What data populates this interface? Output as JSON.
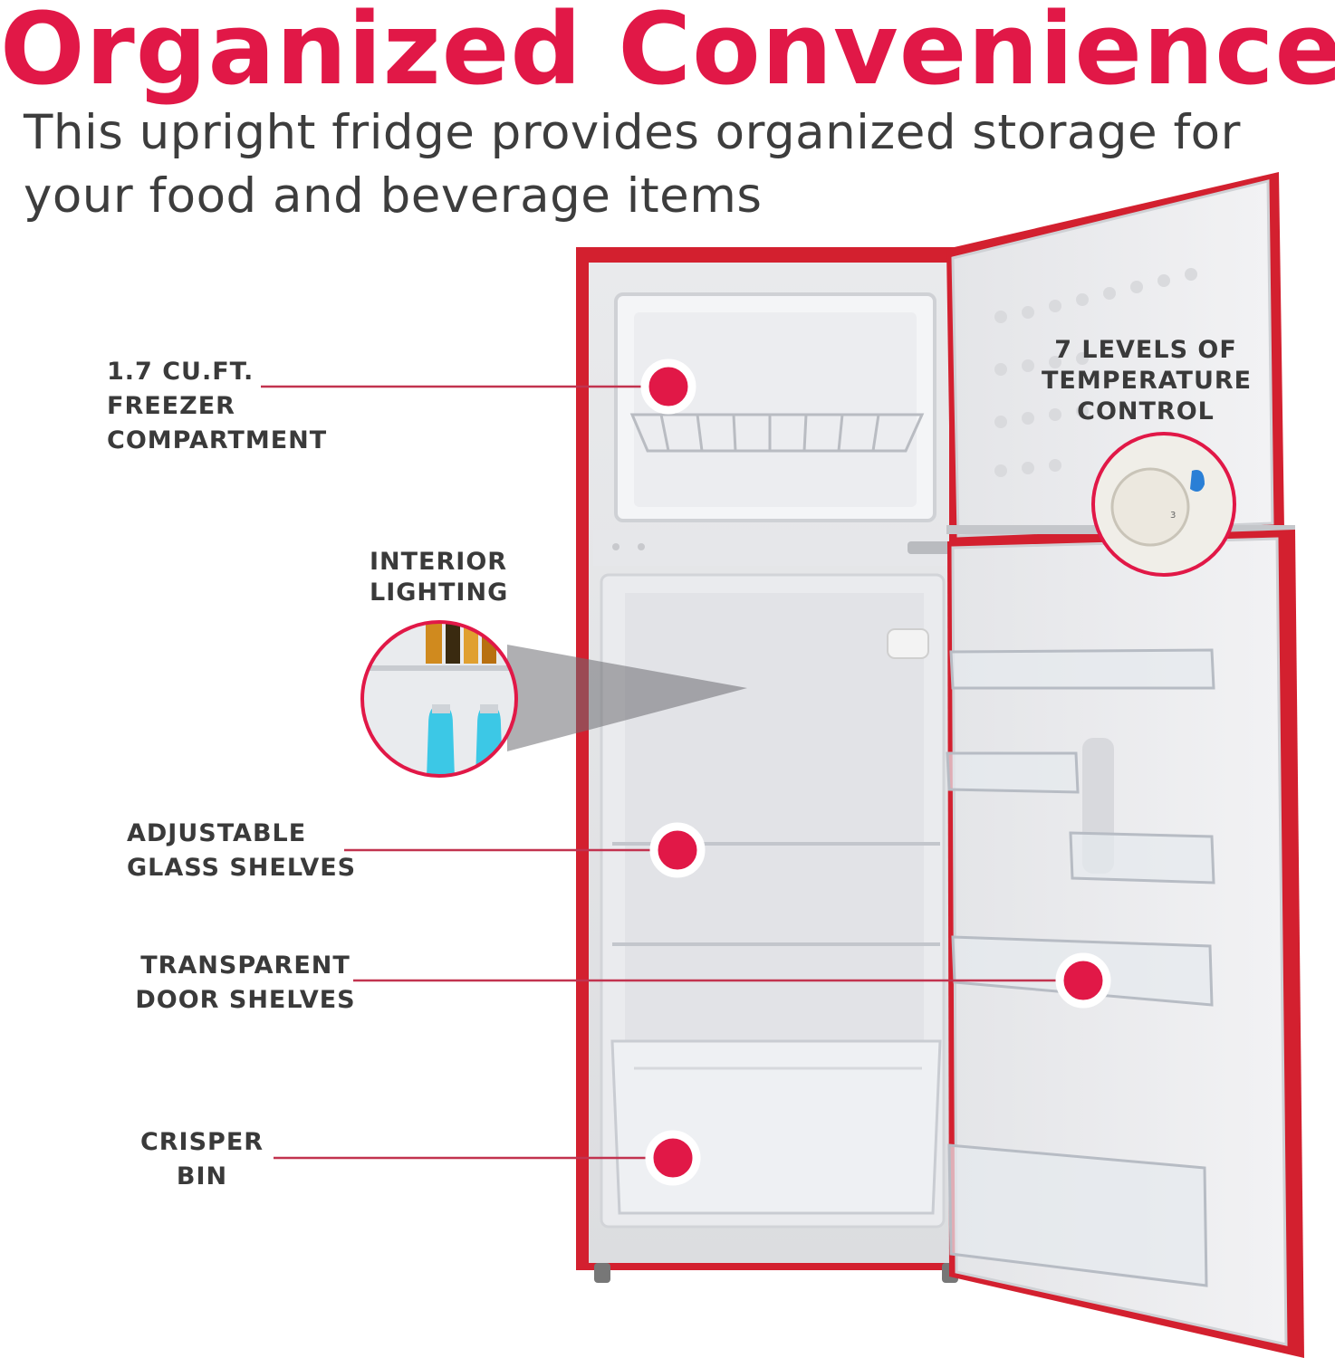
{
  "header": {
    "title": "Organized Convenience",
    "subtitle": "This upright fridge provides organized storage for your food and beverage items"
  },
  "callouts": {
    "freezer": {
      "line1": "1.7 CU.FT.",
      "line2": "FREEZER",
      "line3": "COMPARTMENT"
    },
    "lighting": {
      "line1": "INTERIOR",
      "line2": "LIGHTING"
    },
    "temperature": {
      "line1": "7 LEVELS OF",
      "line2": "TEMPERATURE",
      "line3": "CONTROL"
    },
    "shelves": {
      "line1": "ADJUSTABLE",
      "line2": "GLASS SHELVES"
    },
    "door_shelves": {
      "line1": "TRANSPARENT",
      "line2": "DOOR SHELVES"
    },
    "crisper": {
      "line1": "CRISPER",
      "line2": "BIN"
    }
  },
  "colors": {
    "accent": "#e11847",
    "text": "#3a3a3a",
    "fridge_body": "#d3202f"
  }
}
